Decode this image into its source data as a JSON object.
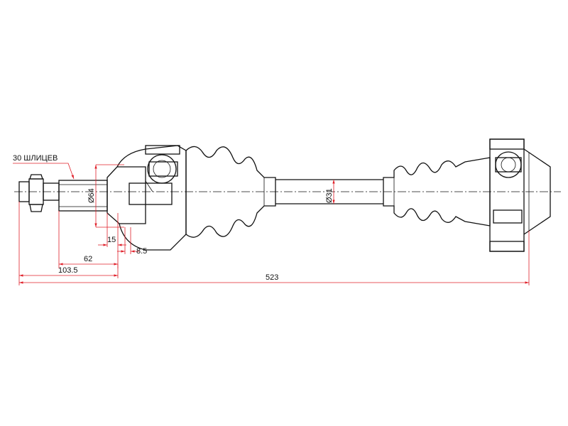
{
  "drawing": {
    "spline_note": "30 ШЛИЦЕВ",
    "dimensions": {
      "outer_diameter": "Ø64",
      "shaft_diameter": "Ø31",
      "boot_offset": "15",
      "flange_offset": "8.5",
      "joint_length": "62",
      "spline_length": "103.5",
      "total_length": "523"
    },
    "colors": {
      "outline": "#111111",
      "dimension": "#e0202a",
      "background": "#ffffff"
    }
  }
}
